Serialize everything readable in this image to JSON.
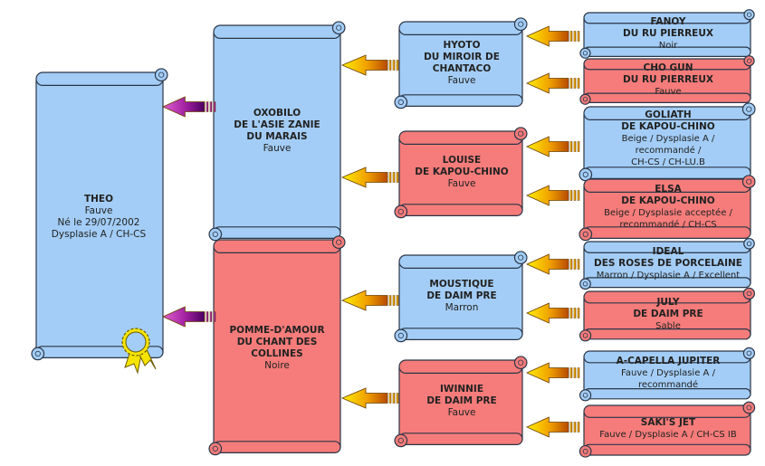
{
  "colors": {
    "male_fill": "#a3cdf6",
    "female_fill": "#f57c7a",
    "outline": "#2b3648",
    "arrow_parent_start": "#ffee00",
    "arrow_parent_end": "#c05000",
    "arrow_root_start": "#e060d0",
    "arrow_root_end": "#5a0070",
    "seal": "#f6e400"
  },
  "icons": {
    "seal": "rosette-seal-icon",
    "arrow": "arrow-left-icon"
  },
  "root": {
    "name": "THEO",
    "details": "Fauve\nNé le 29/07/2002\nDysplasie A / CH-CS"
  },
  "gen1": {
    "sire": {
      "name": "OXOBILO\nDE L'ASIE ZANIE\nDU MARAIS",
      "details": "Fauve"
    },
    "dam": {
      "name": "POMME-D'AMOUR\nDU CHANT DES\nCOLLINES",
      "details": "Noire"
    }
  },
  "gen2": {
    "sire_sire": {
      "name": "HYOTO\nDU MIROIR DE\nCHANTACO",
      "details": "Fauve"
    },
    "sire_dam": {
      "name": "LOUISE\nDE KAPOU-CHINO",
      "details": "Fauve"
    },
    "dam_sire": {
      "name": "MOUSTIQUE\nDE DAIM PRE",
      "details": "Marron"
    },
    "dam_dam": {
      "name": "IWINNIE\nDE DAIM PRE",
      "details": "Fauve"
    }
  },
  "gen3": [
    {
      "name": "FANOY\nDU RU PIERREUX",
      "details": "Noir"
    },
    {
      "name": "CHO GUN\nDU RU PIERREUX",
      "details": "Fauve"
    },
    {
      "name": "GOLIATH\nDE KAPOU-CHINO",
      "details": "Beige / Dysplasie A /\nrecommandé /\nCH-CS / CH-LU.B"
    },
    {
      "name": "ELSA\nDE KAPOU-CHINO",
      "details": "Beige / Dysplasie acceptée /\nrecommandé / CH-CS"
    },
    {
      "name": "IDEAL\nDES ROSES DE PORCELAINE",
      "details": "Marron / Dysplasie A / Excellent"
    },
    {
      "name": "JULY\nDE DAIM PRE",
      "details": "Sable"
    },
    {
      "name": "A-CAPELLA JUPITER",
      "details": "Fauve / Dysplasie A /\nrecommandé"
    },
    {
      "name": "SAKI'S JET",
      "details": "Fauve / Dysplasie A / CH-CS IB"
    }
  ]
}
